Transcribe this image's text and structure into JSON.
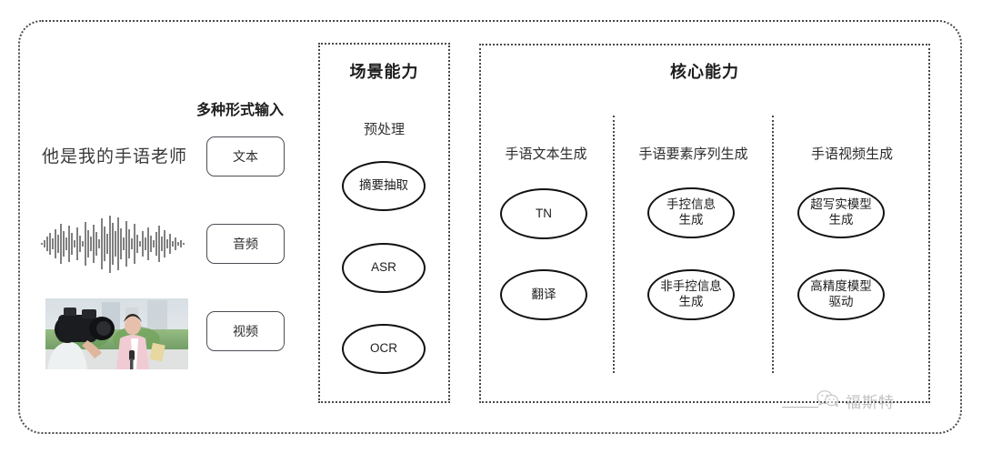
{
  "diagram": {
    "title_scene": "场景能力",
    "title_core": "核心能力",
    "input_heading": "多种形式输入",
    "sample_text": "他是我的手语老师",
    "input_chips": [
      {
        "label": "文本",
        "icon": "text-icon"
      },
      {
        "label": "音频",
        "icon": "waveform-icon"
      },
      {
        "label": "视频",
        "icon": "video-thumbnail-icon"
      }
    ],
    "scene_panel": {
      "title": "场景能力",
      "subsection": "预处理",
      "nodes": [
        "摘要抽取",
        "ASR",
        "OCR"
      ]
    },
    "core_panel": {
      "title": "核心能力",
      "columns": [
        {
          "header": "手语文本生成",
          "nodes": [
            "TN",
            "翻译"
          ]
        },
        {
          "header": "手语要素序列生成",
          "nodes": [
            "手控信息\n生成",
            "非手控信息\n生成"
          ]
        },
        {
          "header": "手语视频生成",
          "nodes": [
            "超写实模型\n生成",
            "高精度模型\n驱动"
          ]
        }
      ]
    }
  },
  "watermark": {
    "text": "福斯特",
    "icon": "wechat-icon"
  },
  "colors": {
    "frame_border": "#4a4a4a",
    "ellipse_border": "#111111",
    "chip_border": "#4d4d55",
    "text": "#2b2b2b",
    "watermark": "#8d8d8d",
    "background": "#ffffff"
  }
}
